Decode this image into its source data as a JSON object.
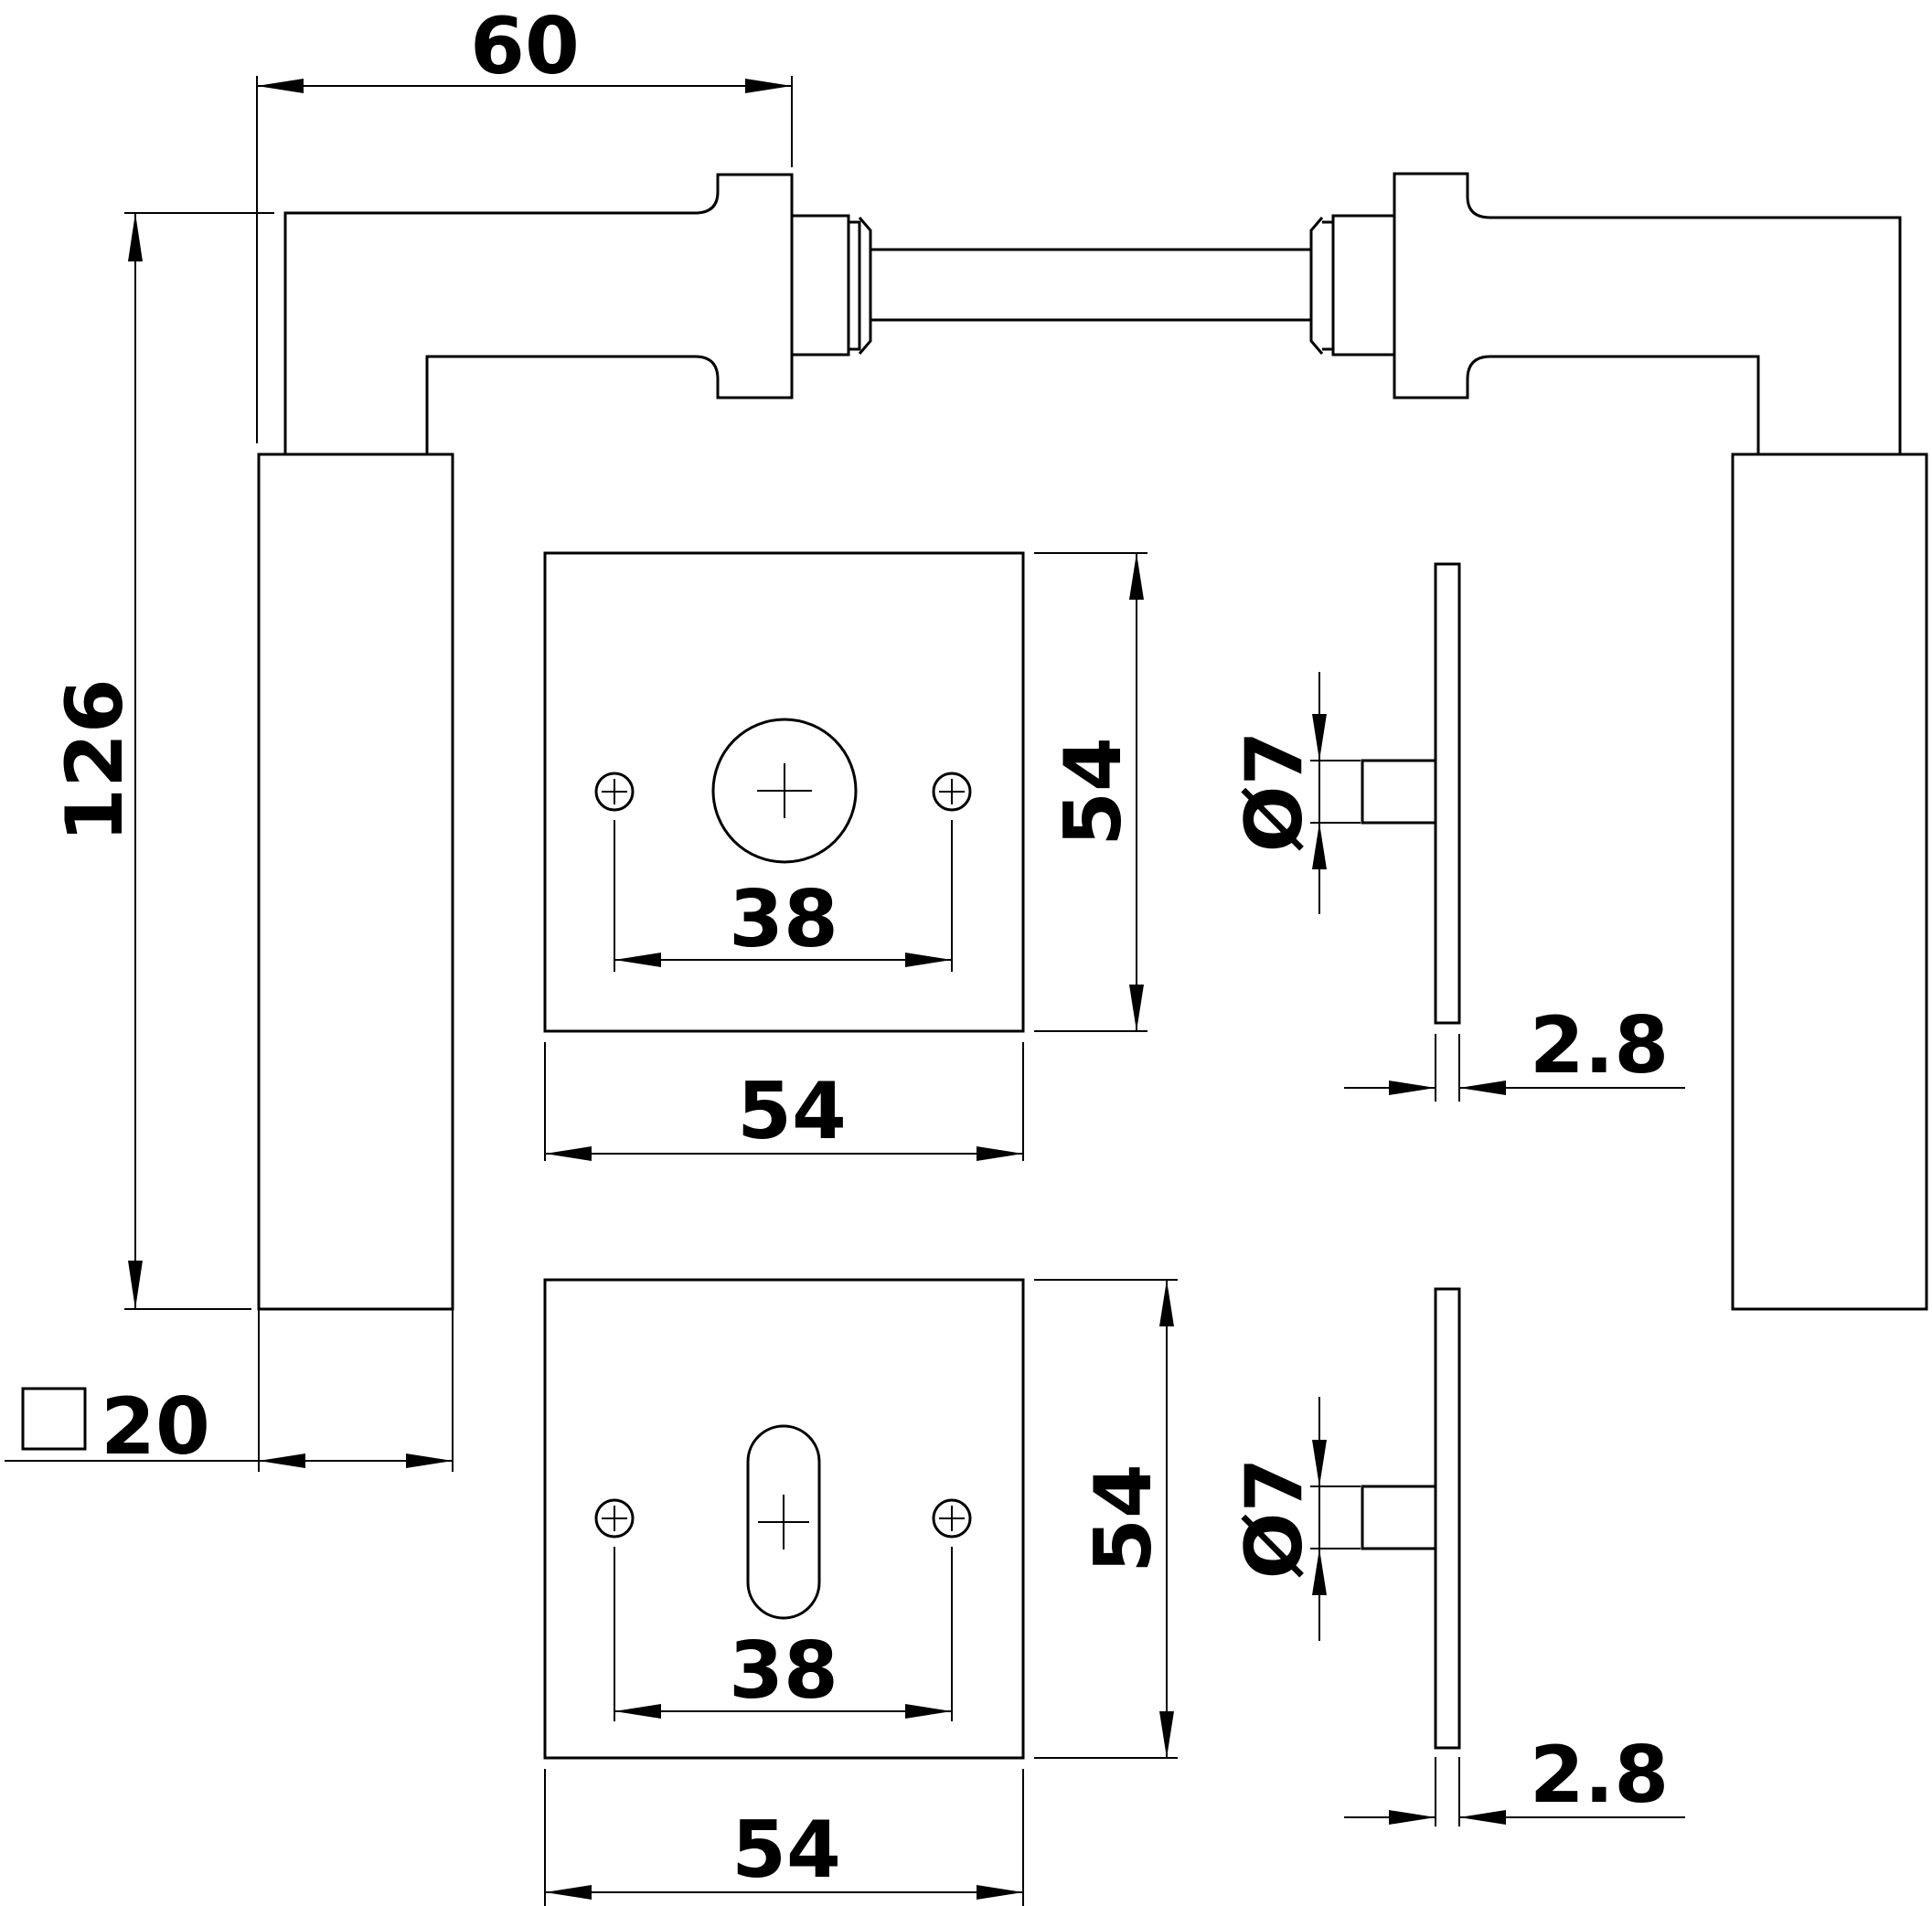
{
  "dimensions": {
    "lever_projection": "60",
    "lever_height": "126",
    "bar_section": "20",
    "rose_top_width": "54",
    "rose_top_height": "54",
    "rose_top_hole_spacing": "38",
    "rose_top_spindle_dia": "Ø7",
    "rose_top_thickness": "2.8",
    "rose_bottom_width": "54",
    "rose_bottom_height": "54",
    "rose_bottom_hole_spacing": "38",
    "rose_bottom_spindle_dia": "Ø7",
    "rose_bottom_thickness": "2.8"
  },
  "colors": {
    "line": "#000000",
    "background": "#ffffff"
  }
}
